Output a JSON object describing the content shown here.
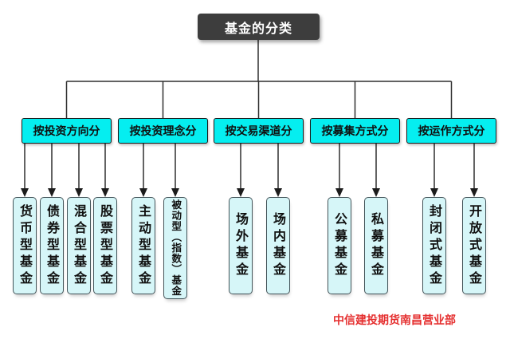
{
  "title": "基金的分类",
  "groups": [
    {
      "label": "按投资方向分",
      "leaves": [
        "货币型基金",
        "债券型基金",
        "混合型基金",
        "股票型基金"
      ]
    },
    {
      "label": "按投资理念分",
      "leaves": [
        "主动型基金",
        "被动型（指数）基金"
      ]
    },
    {
      "label": "按交易渠道分",
      "leaves": [
        "场外基金",
        "场内基金"
      ]
    },
    {
      "label": "按募集方式分",
      "leaves": [
        "公募基金",
        "私募基金"
      ]
    },
    {
      "label": "按运作方式分",
      "leaves": [
        "封闭式基金",
        "开放式基金"
      ]
    }
  ],
  "footer": "中信建投期货南昌营业部",
  "colors": {
    "title_bg": "#3d3d3d",
    "title_text": "#ffffff",
    "category_bg": "#05eef0",
    "leaf_bg": "#d6f6f8",
    "line": "#2f2f2f",
    "footer_text": "#e53030"
  }
}
